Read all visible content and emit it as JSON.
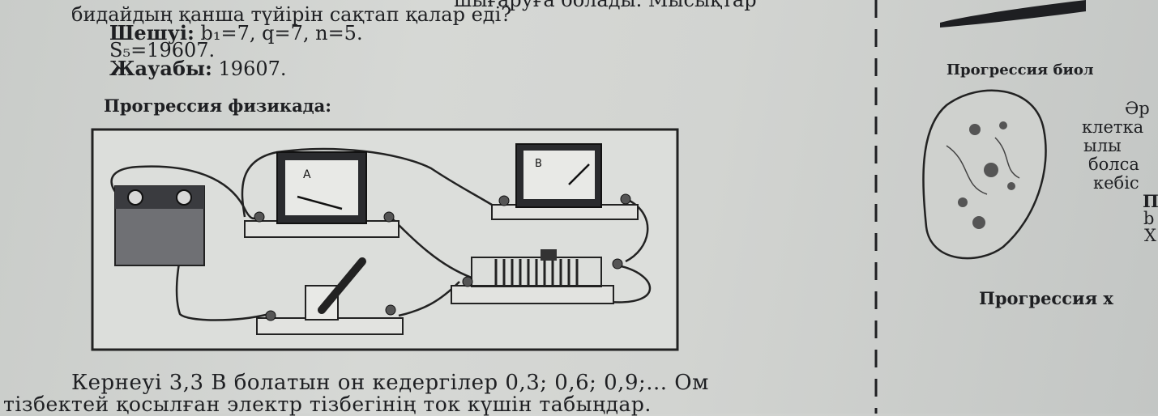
{
  "left": {
    "intro_line_1": "шығаруға болады. Мысықтар",
    "intro_line_2": "бидайдың қанша түйірін сақтап қалар еді?",
    "solution_label": "Шешуі:",
    "solution_values": "b₁=7, q=7, n=5.",
    "sum_line": "S₅=19607.",
    "answer_label": "Жауабы:",
    "answer_value": "19607.",
    "physics_heading": "Прогрессия физикада:",
    "circuit_labels": {
      "ammeter": "A",
      "voltmeter": "B"
    },
    "problem_line_1": "Кернеуі 3,3 В болатын он кедергілер 0,3; 0,6; 0,9;... Ом",
    "problem_line_2": "тізбектей қосылған электр тізбегінің ток күшін табыңдар."
  },
  "right": {
    "biology_heading": "Прогрессия биол",
    "text_lines": [
      "Әр",
      "клетка",
      "ылы",
      "болса",
      "кебіс",
      "П",
      "b",
      "Х"
    ],
    "chemistry_heading": "Прогрессия х"
  }
}
